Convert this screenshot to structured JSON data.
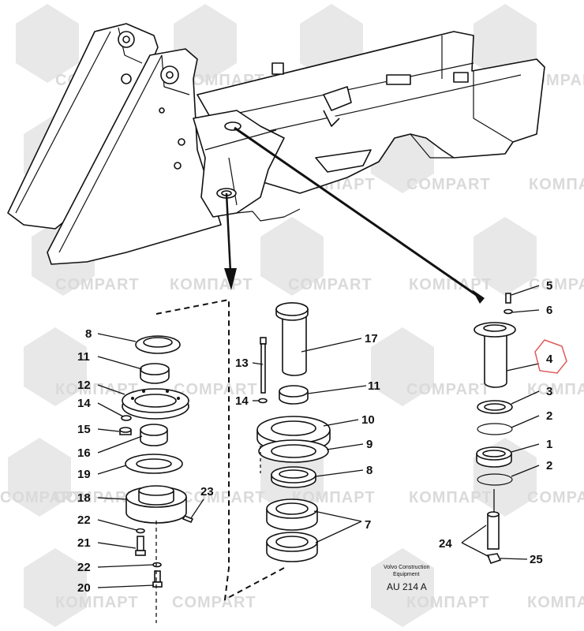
{
  "watermark": {
    "text_latin": "COMPART",
    "text_cyrillic": "КОМПАРТ"
  },
  "callouts": {
    "c1": "1",
    "c2a": "2",
    "c2b": "2",
    "c3": "3",
    "c4": "4",
    "c5": "5",
    "c6": "6",
    "c7": "7",
    "c8a": "8",
    "c8b": "8",
    "c9": "9",
    "c10": "10",
    "c11a": "11",
    "c11b": "11",
    "c12": "12",
    "c13": "13",
    "c14a": "14",
    "c14b": "14",
    "c15": "15",
    "c16": "16",
    "c17": "17",
    "c18": "18",
    "c19": "19",
    "c20": "20",
    "c21": "21",
    "c22a": "22",
    "c22b": "22",
    "c23": "23",
    "c24": "24",
    "c25": "25"
  },
  "caption": {
    "line1": "Volvo Construction",
    "line2": "Equipment",
    "code": "AU 214 A"
  },
  "highlight_color": "#e05a5a"
}
